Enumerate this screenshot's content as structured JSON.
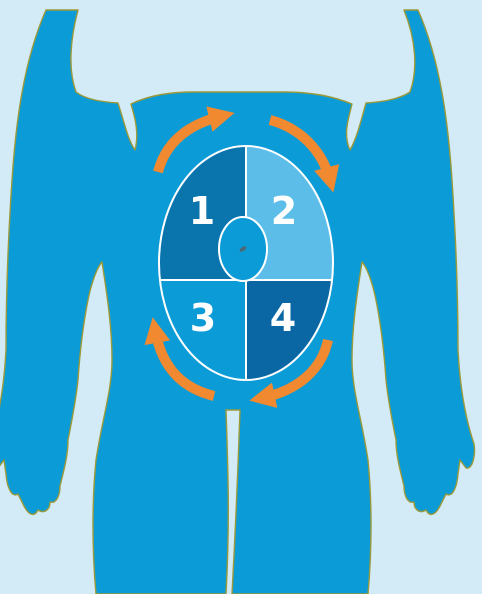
{
  "colors": {
    "background": "#d3eaf7",
    "body_fill": "#0b9bd6",
    "body_outline": "#9a9a3a",
    "arrow": "#f0892f",
    "quadrant_1": "#0a74ad",
    "quadrant_2": "#5bbde8",
    "quadrant_3": "#0b9bd6",
    "quadrant_4": "#0a67a4",
    "divider": "#ffffff"
  },
  "quadrants": [
    {
      "id": 1,
      "label": "1"
    },
    {
      "id": 2,
      "label": "2"
    },
    {
      "id": 3,
      "label": "3"
    },
    {
      "id": 4,
      "label": "4"
    }
  ],
  "icons": {
    "rotation_arrows": "clockwise-arrow-icon",
    "navel": "navel-icon"
  }
}
